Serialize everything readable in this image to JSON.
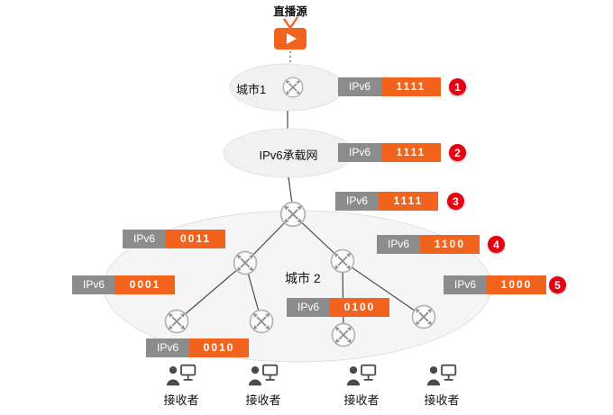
{
  "source": {
    "label": "直播源"
  },
  "city1": {
    "label": "城市1"
  },
  "bearer": {
    "label": "IPv6承载网"
  },
  "city2": {
    "label": "城市 2"
  },
  "tags": [
    {
      "prefix": "IPv6",
      "value": "1111",
      "badge": "1"
    },
    {
      "prefix": "IPv6",
      "value": "1111",
      "badge": "2"
    },
    {
      "prefix": "IPv6",
      "value": "1111",
      "badge": "3"
    },
    {
      "prefix": "IPv6",
      "value": "0011"
    },
    {
      "prefix": "IPv6",
      "value": "1100",
      "badge": "4"
    },
    {
      "prefix": "IPv6",
      "value": "0001"
    },
    {
      "prefix": "IPv6",
      "value": "1000",
      "badge": "5"
    },
    {
      "prefix": "IPv6",
      "value": "0100"
    },
    {
      "prefix": "IPv6",
      "value": "0010"
    }
  ],
  "receivers": [
    {
      "label": "接收者"
    },
    {
      "label": "接收者"
    },
    {
      "label": "接收者"
    },
    {
      "label": "接收者"
    }
  ],
  "colors": {
    "orange": "#F2641E",
    "label_gray": "#8C8C8C",
    "badge_red": "#E60012",
    "ellipse_fill": "#F2F2F2"
  }
}
